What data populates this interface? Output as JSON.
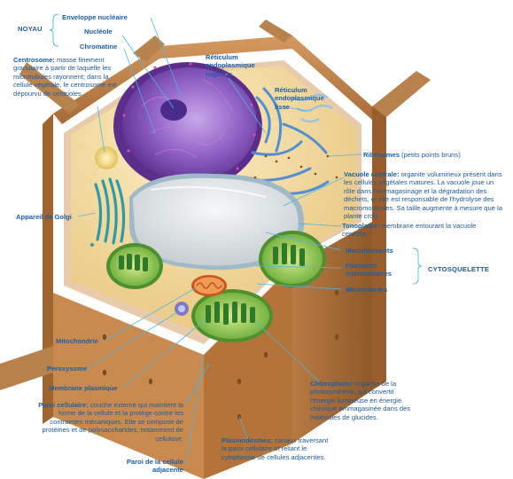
{
  "colors": {
    "label_blue": "#1f5a9c",
    "leader_line": "#4db6e6",
    "cell_wall": "#b97a44",
    "cytoplasm": "#f3dca0",
    "nucleus": "#7d4fb0",
    "vacuole": "#dfe6e8",
    "chloroplast": "#64b341",
    "golgi": "#3a9aa8",
    "mitochondrion": "#e4772e"
  },
  "groups": {
    "noyau": "NOYAU",
    "cytosquelette": "CYTOSQUELETTE"
  },
  "labels": {
    "enveloppe": "Enveloppe nucléaire",
    "nucleole": "Nucléole",
    "chromatine": "Chromatine",
    "centrosome_term": "Centrosome:",
    "centrosome_desc": " masse finement granulaire à partir de laquelle les microtubules rayonnent; dans la cellule végétale, le centrosome est dépourvu de centrioles.",
    "reticulum_rugueux": "Réticulum endoplasmique rugueux",
    "reticulum_lisse": "Réticulum endoplasmique lisse",
    "ribosomes_term": "Ribosomes",
    "ribosomes_desc": " (petits points bruns)",
    "vacuole_term": "Vacuole centrale:",
    "vacuole_desc": " organite volumineux présent dans les cellules végétales matures. La vacuole joue un rôle dans l'emmagasinage et la dégradation des déchets, et elle est responsable de l'hydrolyse des macromolécules. Sa taille augmente à mesure que la plante croît.",
    "tonoplaste_term": "Tonoplaste:",
    "tonoplaste_desc": " membrane entourant la vacuole centrale.",
    "golgi": "Appareil de Golgi",
    "microfilaments": "Microfilaments",
    "filaments": "Filaments intermédiaires",
    "microtubules": "Microtubules",
    "mitochondrie": "Mitochondrie",
    "peroxysome": "Peroxysome",
    "membrane": "Membrane plasmique",
    "paroi_term": "Paroi cellulaire:",
    "paroi_desc": " couche externe qui maintient la forme de la cellule et la protège contre les contraintes mécaniques. Elle se compose de protéines et de polysaccharides, notamment de cellulose.",
    "paroi_adjacente": "Paroi de la cellule adjacente",
    "chloroplaste_term": "Chloroplaste:",
    "chloroplaste_desc": " organite de la photosynthèse, qui convertit l'énergie lumineuse en énergie chimique emmagasinée dans des molécules de glucides.",
    "plasmodesmes_term": "Plasmodesmes:",
    "plasmodesmes_desc": " canaux traversant la paroi cellulaire et reliant le cytoplasme de cellules adjacentes."
  }
}
